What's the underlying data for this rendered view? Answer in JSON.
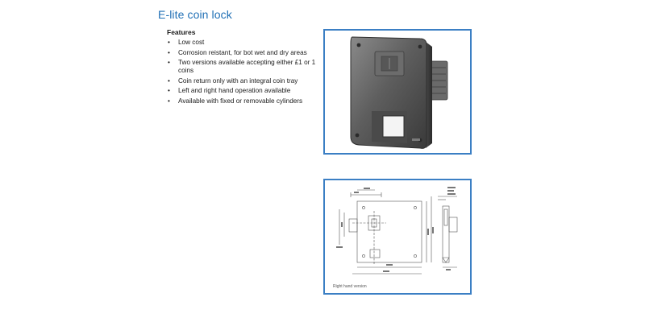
{
  "title": "E-lite coin lock",
  "features": {
    "heading": "Features",
    "items": [
      "Low cost",
      "Corrosion reistant, for bot wet and dry areas",
      "Two versions available accepting either £1 or 1 coins",
      "Coin return only with an integral coin tray",
      "Left and right hand operation available",
      "Available with fixed or removable cylinders"
    ]
  },
  "drawing": {
    "caption": "Right hand version"
  },
  "colors": {
    "title": "#1f6fb5",
    "frame_border": "#3b7fc4"
  }
}
